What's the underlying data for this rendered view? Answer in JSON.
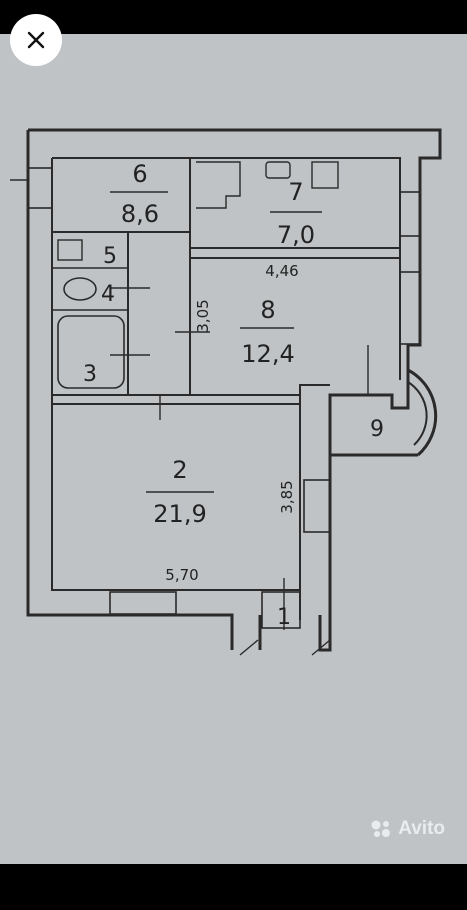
{
  "viewer": {
    "close_icon": "close-icon",
    "watermark_text": "Avito",
    "watermark_icon": "avito-dots-icon"
  },
  "plan": {
    "rooms": [
      {
        "num": "6",
        "area": "8,6"
      },
      {
        "num": "7",
        "area": "7,0"
      },
      {
        "num": "5",
        "area": ""
      },
      {
        "num": "4",
        "area": ""
      },
      {
        "num": "8",
        "area": "12,4"
      },
      {
        "num": "3",
        "area": ""
      },
      {
        "num": "9",
        "area": ""
      },
      {
        "num": "2",
        "area": "21,9"
      },
      {
        "num": "1",
        "area": ""
      }
    ],
    "dimensions": {
      "room8_width": "4,46",
      "room8_height": "3,05",
      "room2_height": "3,85",
      "room2_width": "5,70"
    }
  },
  "colors": {
    "background": "#000000",
    "paper": "#bfc3c6",
    "wall": "#2a2a2a"
  }
}
